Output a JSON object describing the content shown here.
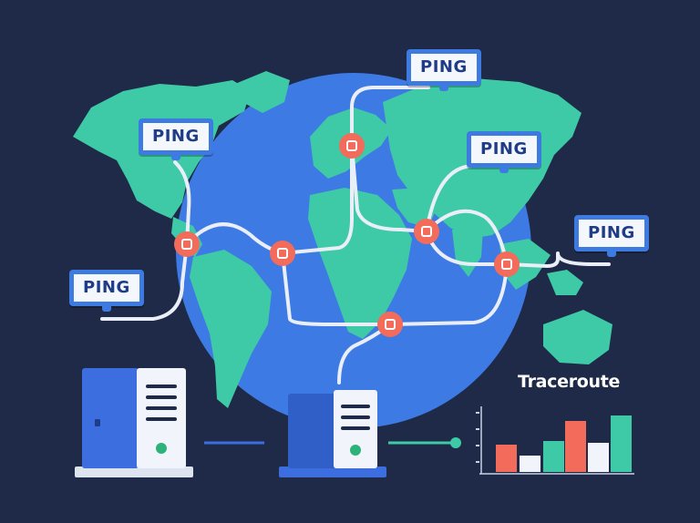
{
  "ping_labels": [
    "PING",
    "PING",
    "PING",
    "PING",
    "PING"
  ],
  "traceroute": {
    "title": "Traceroute"
  },
  "colors": {
    "background": "#1e2a47",
    "globe": "#3e7ae3",
    "land": "#3ec9a7",
    "node": "#f26b5b",
    "route": "#e9eef8",
    "server": "#3d6ee0",
    "label_border": "#3d7be0"
  }
}
